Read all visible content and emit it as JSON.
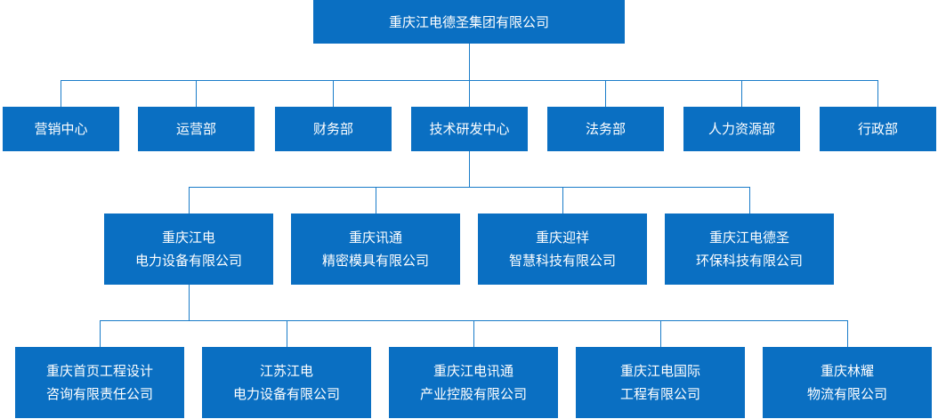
{
  "root": {
    "label": "重庆江电德圣集团有限公司"
  },
  "departments": [
    {
      "label": "营销中心"
    },
    {
      "label": "运营部"
    },
    {
      "label": "财务部"
    },
    {
      "label": "技术研发中心"
    },
    {
      "label": "法务部"
    },
    {
      "label": "人力资源部"
    },
    {
      "label": "行政部"
    }
  ],
  "subsidiaries": [
    {
      "line1": "重庆江电",
      "line2": "电力设备有限公司"
    },
    {
      "line1": "重庆讯通",
      "line2": "精密模具有限公司"
    },
    {
      "line1": "重庆迎祥",
      "line2": "智慧科技有限公司"
    },
    {
      "line1": "重庆江电德圣",
      "line2": "环保科技有限公司"
    }
  ],
  "companies": [
    {
      "line1": "重庆首页工程设计",
      "line2": "咨询有限责任公司"
    },
    {
      "line1": "江苏江电",
      "line2": "电力设备有限公司"
    },
    {
      "line1": "重庆江电讯通",
      "line2": "产业控股有限公司"
    },
    {
      "line1": "重庆江电国际",
      "line2": "工程有限公司"
    },
    {
      "line1": "重庆林耀",
      "line2": "物流有限公司"
    }
  ],
  "colors": {
    "box": "#0a6fc2",
    "line": "#1a7cc9",
    "text": "#ffffff"
  }
}
